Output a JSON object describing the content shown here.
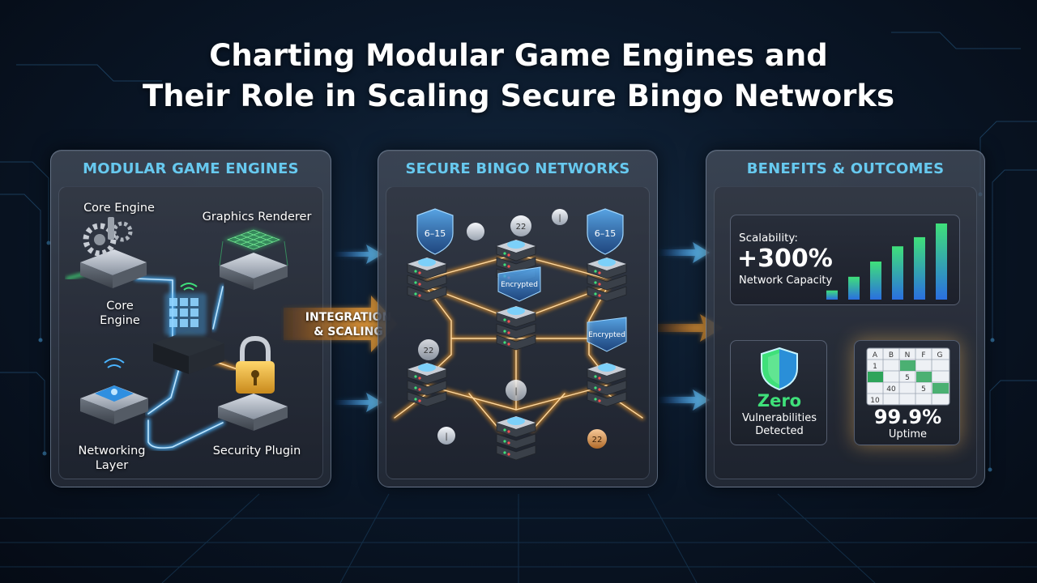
{
  "title": {
    "line1": "Charting Modular Game Engines and",
    "line2": "Their Role in Scaling Secure Bingo Networks"
  },
  "panels": {
    "engines": {
      "heading": "MODULAR GAME ENGINES",
      "modules": {
        "core_engine_top": "Core Engine",
        "graphics_renderer": "Graphics Renderer",
        "core_engine_line1": "Core",
        "core_engine_line2": "Engine",
        "networking_line1": "Networking",
        "networking_line2": "Layer",
        "security_plugin": "Security Plugin"
      }
    },
    "network": {
      "heading": "SECURE BINGO NETWORKS",
      "shield_labels": [
        "6–15",
        "6–15"
      ],
      "ball_labels": [
        "22",
        "22",
        "22"
      ],
      "encrypted_labels": [
        "Encrypted",
        "Encrypted"
      ]
    },
    "benefits": {
      "heading": "BENEFITS & OUTCOMES",
      "scalability": {
        "label": "Scalability:",
        "value": "+300%",
        "caption": "Network Capacity",
        "bar_levels": [
          0.12,
          0.3,
          0.5,
          0.7,
          0.82,
          1.0
        ]
      },
      "security": {
        "value": "Zero",
        "caption_line1": "Vulnerabilities",
        "caption_line2": "Detected"
      },
      "uptime": {
        "card_headers": [
          "A",
          "B",
          "N",
          "F",
          "G"
        ],
        "card_numbers": [
          "1",
          "5",
          "40",
          "10",
          "5"
        ],
        "value": "99.9%",
        "caption": "Uptime"
      }
    }
  },
  "integration": {
    "line1": "INTEGRATION",
    "line2": "& SCALING"
  },
  "colors": {
    "accent_cyan": "#67c9ef",
    "flow_orange": "#f29b2a",
    "flow_blue": "#4ab4ff",
    "success_green": "#3fe07a"
  }
}
